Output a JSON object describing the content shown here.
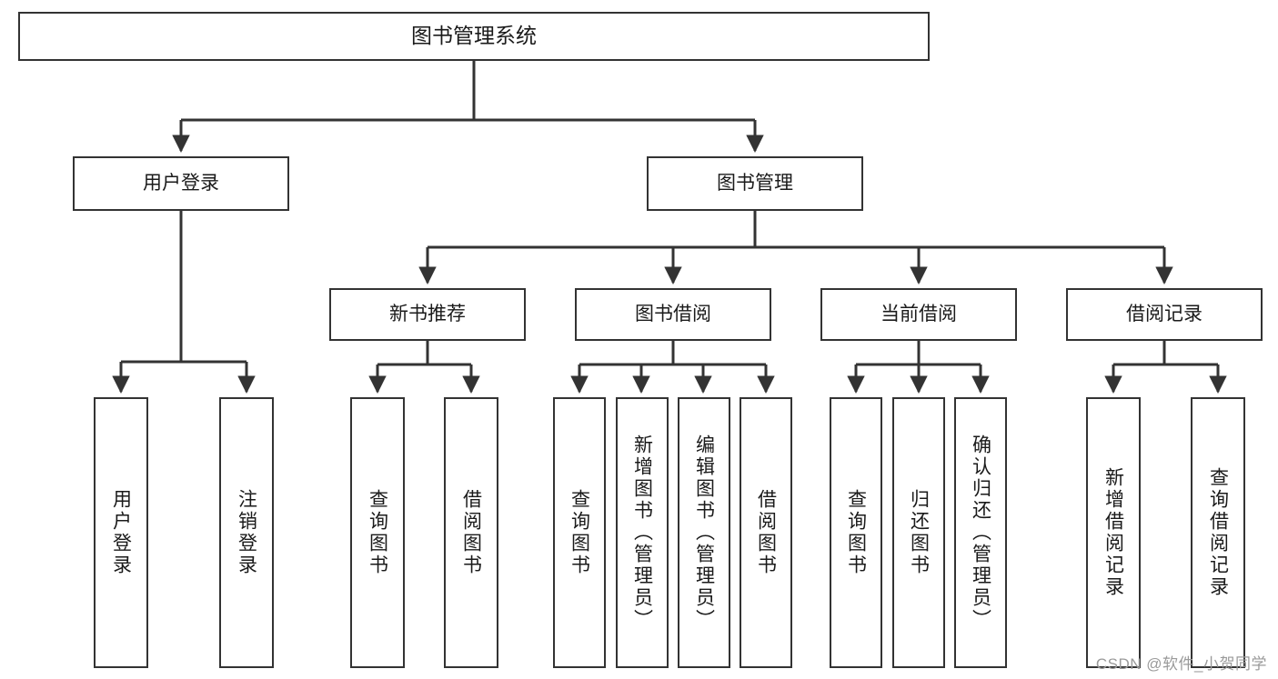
{
  "diagram": {
    "type": "tree",
    "title": "图书管理系统",
    "watermark": "CSDN @软件_小贺同学",
    "colors": {
      "node_border": "#333333",
      "node_fill": "#ffffff",
      "edge": "#333333",
      "text": "#1a1a1a",
      "watermark": "#9a9a9a",
      "background": "#ffffff"
    },
    "nodes": {
      "root": {
        "label": "图书管理系统"
      },
      "user_login": {
        "label": "用户登录"
      },
      "book_manage": {
        "label": "图书管理"
      },
      "new_book_rec": {
        "label": "新书推荐"
      },
      "book_borrow": {
        "label": "图书借阅"
      },
      "current_borrow": {
        "label": "当前借阅"
      },
      "borrow_record": {
        "label": "借阅记录"
      },
      "leaf_user_login": {
        "label": "用户登录"
      },
      "leaf_user_logout": {
        "label": "注销登录"
      },
      "leaf_query_book_1": {
        "label": "查询图书"
      },
      "leaf_borrow_book_1": {
        "label": "借阅图书"
      },
      "leaf_query_book_2": {
        "label": "查询图书"
      },
      "leaf_add_book": {
        "label": "新增图书（管理员）"
      },
      "leaf_edit_book": {
        "label": "编辑图书（管理员）"
      },
      "leaf_borrow_book_2": {
        "label": "借阅图书"
      },
      "leaf_query_book_3": {
        "label": "查询图书"
      },
      "leaf_return_book": {
        "label": "归还图书"
      },
      "leaf_confirm_return": {
        "label": "确认归还（管理员）"
      },
      "leaf_add_record": {
        "label": "新增借阅记录"
      },
      "leaf_query_record": {
        "label": "查询借阅记录"
      }
    },
    "edges": [
      {
        "from": "root",
        "to": "user_login"
      },
      {
        "from": "root",
        "to": "book_manage"
      },
      {
        "from": "user_login",
        "to": "leaf_user_login"
      },
      {
        "from": "user_login",
        "to": "leaf_user_logout"
      },
      {
        "from": "book_manage",
        "to": "new_book_rec"
      },
      {
        "from": "book_manage",
        "to": "book_borrow"
      },
      {
        "from": "book_manage",
        "to": "current_borrow"
      },
      {
        "from": "book_manage",
        "to": "borrow_record"
      },
      {
        "from": "new_book_rec",
        "to": "leaf_query_book_1"
      },
      {
        "from": "new_book_rec",
        "to": "leaf_borrow_book_1"
      },
      {
        "from": "book_borrow",
        "to": "leaf_query_book_2"
      },
      {
        "from": "book_borrow",
        "to": "leaf_add_book"
      },
      {
        "from": "book_borrow",
        "to": "leaf_edit_book"
      },
      {
        "from": "book_borrow",
        "to": "leaf_borrow_book_2"
      },
      {
        "from": "current_borrow",
        "to": "leaf_query_book_3"
      },
      {
        "from": "current_borrow",
        "to": "leaf_return_book"
      },
      {
        "from": "current_borrow",
        "to": "leaf_confirm_return"
      },
      {
        "from": "borrow_record",
        "to": "leaf_add_record"
      },
      {
        "from": "borrow_record",
        "to": "leaf_query_record"
      }
    ]
  }
}
